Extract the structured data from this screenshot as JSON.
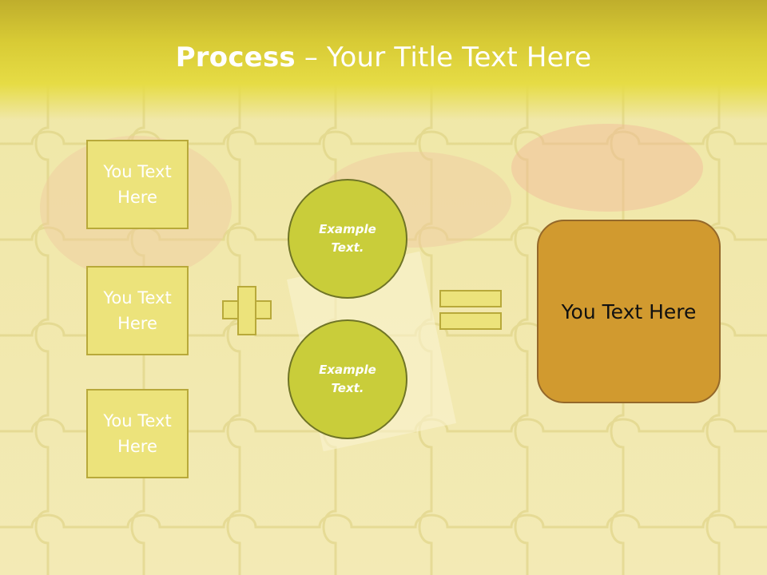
{
  "title": {
    "bold": "Process",
    "rest": " – Your Title Text Here"
  },
  "left_boxes": [
    {
      "label": "You Text Here"
    },
    {
      "label": "You Text Here"
    },
    {
      "label": "You Text Here"
    }
  ],
  "circles": [
    {
      "label": "Example Text."
    },
    {
      "label": "Example Text."
    }
  ],
  "result": {
    "label": "You Text Here"
  },
  "colors": {
    "title_band": "#d8cb35",
    "box_fill": "#ece37b",
    "circle_fill": "#c9cd3a",
    "result_fill": "#d19a2f"
  }
}
